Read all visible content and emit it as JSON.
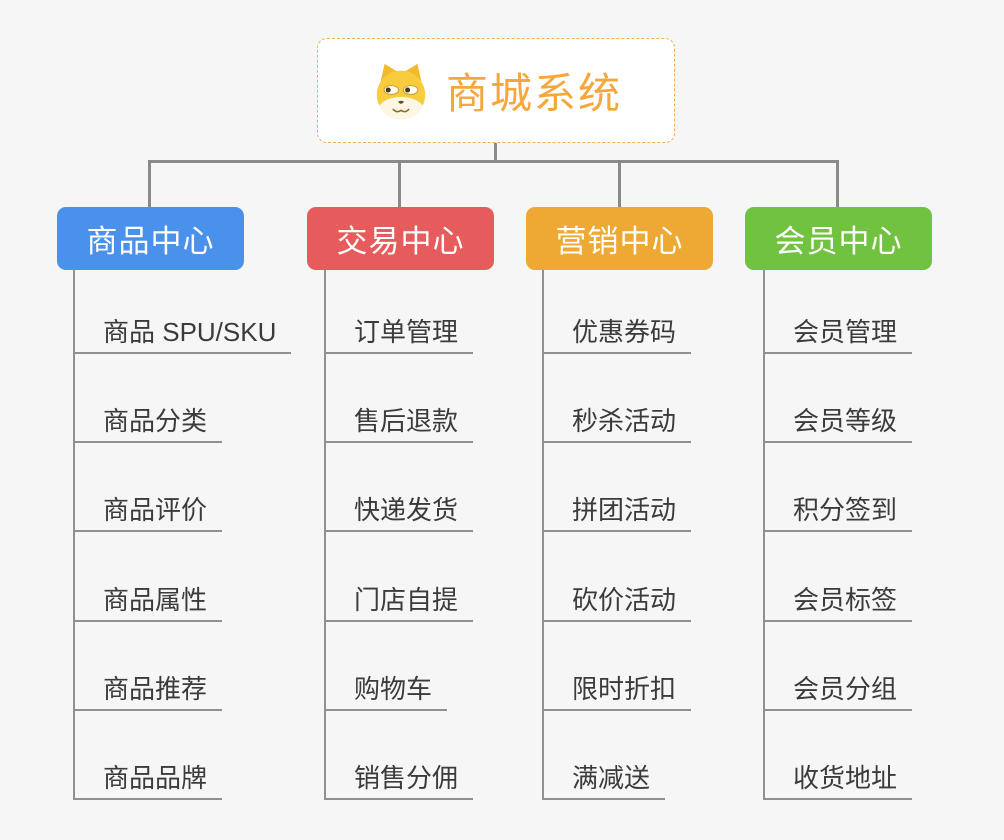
{
  "root": {
    "label": "商城系统",
    "icon": "doge-icon",
    "accent_color": "#F5A73C",
    "border_color": "#EFAE58"
  },
  "branches": [
    {
      "label": "商品中心",
      "color": "#4A91EC",
      "children": [
        "商品 SPU/SKU",
        "商品分类",
        "商品评价",
        "商品属性",
        "商品推荐",
        "商品品牌"
      ]
    },
    {
      "label": "交易中心",
      "color": "#E65C5C",
      "children": [
        "订单管理",
        "售后退款",
        "快递发货",
        "门店自提",
        "购物车",
        "销售分佣"
      ]
    },
    {
      "label": "营销中心",
      "color": "#EDA933",
      "children": [
        "优惠券码",
        "秒杀活动",
        "拼团活动",
        "砍价活动",
        "限时折扣",
        "满减送"
      ]
    },
    {
      "label": "会员中心",
      "color": "#71C240",
      "children": [
        "会员管理",
        "会员等级",
        "积分签到",
        "会员标签",
        "会员分组",
        "收货地址"
      ]
    }
  ],
  "colors": {
    "background": "#F5F6F5",
    "connector": "#8A8A8A",
    "leaf_line": "#909090",
    "leaf_text": "#3B3B3B"
  }
}
